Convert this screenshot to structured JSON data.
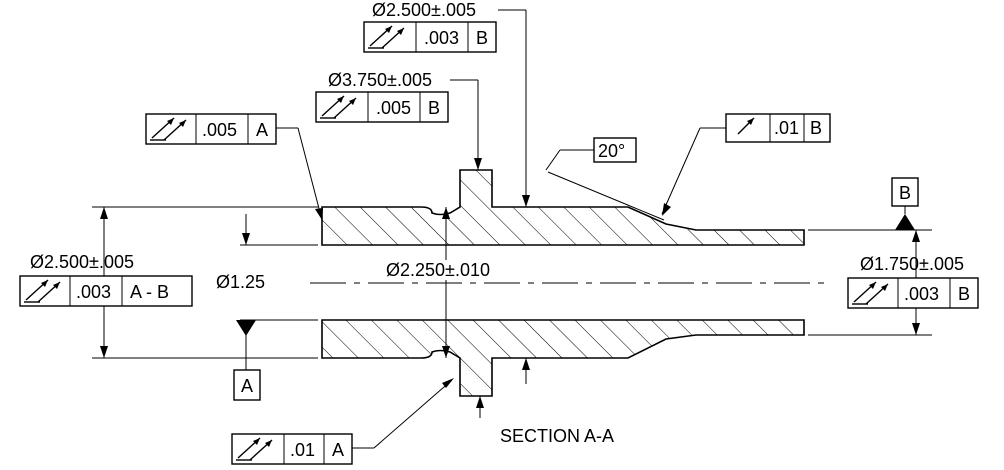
{
  "section_label": "SECTION A-A",
  "symbols": {
    "diameter": "Ø",
    "runout": "circular-runout-icon",
    "total_runout": "total-runout-icon",
    "datum_triangle": "datum-triangle-icon"
  },
  "dimensions": {
    "bore_dia": "2.500±.005",
    "flange_dia": "3.750±.005",
    "left_od": "2.500±.005",
    "inner_dia": "2.250±.010",
    "right_od": "1.750±.005",
    "id_small": "1.25",
    "taper_angle": "20°"
  },
  "frames": {
    "top_center": {
      "tolerance": ".003",
      "datum": "B"
    },
    "flange": {
      "tolerance": ".005",
      "datum": "B"
    },
    "left_face": {
      "tolerance": ".005",
      "datum": "A"
    },
    "taper": {
      "tolerance": ".01",
      "datum": "B"
    },
    "left_od": {
      "tolerance": ".003",
      "datum": "A - B"
    },
    "right_od": {
      "tolerance": ".003",
      "datum": "B"
    },
    "bottom_flange": {
      "tolerance": ".01",
      "datum": "A"
    }
  },
  "datums": {
    "a": "A",
    "b": "B"
  }
}
